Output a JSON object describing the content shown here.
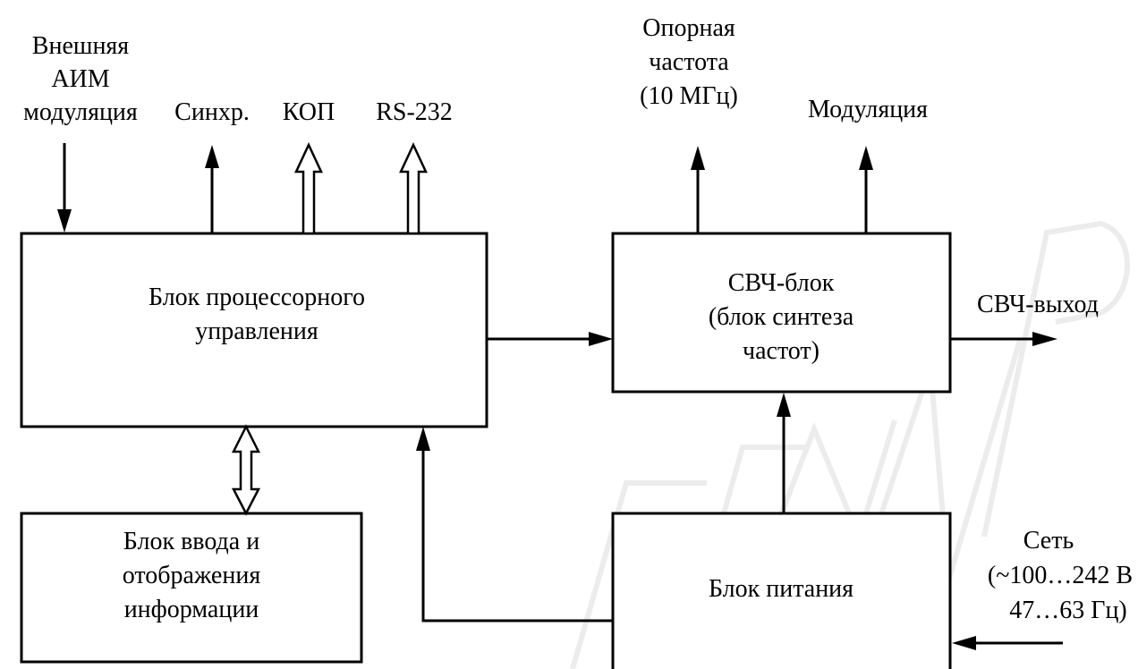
{
  "signals": {
    "ext_am_modulation": [
      "Внешняя",
      "АИМ",
      "модуляция"
    ],
    "sync": "Синхр.",
    "kop": "КОП",
    "rs232": "RS-232",
    "ref_freq": [
      "Опорная",
      "частота",
      "(10 МГц)"
    ],
    "modulation": "Модуляция",
    "microwave_output": "СВЧ-выход",
    "mains": [
      "Сеть",
      "(~100…242 В",
      "47…63 Гц)"
    ]
  },
  "blocks": {
    "cpu": [
      "Блок процессорного",
      "управления"
    ],
    "microwave": [
      "СВЧ-блок",
      "(блок синтеза",
      "частот)"
    ],
    "io": [
      "Блок ввода и",
      "отображения",
      "информации"
    ],
    "power": [
      "Блок питания"
    ]
  },
  "watermark": "БГУИР",
  "colors": {
    "line": "#000000",
    "background": "#ffffff",
    "watermark": "#ececec"
  }
}
